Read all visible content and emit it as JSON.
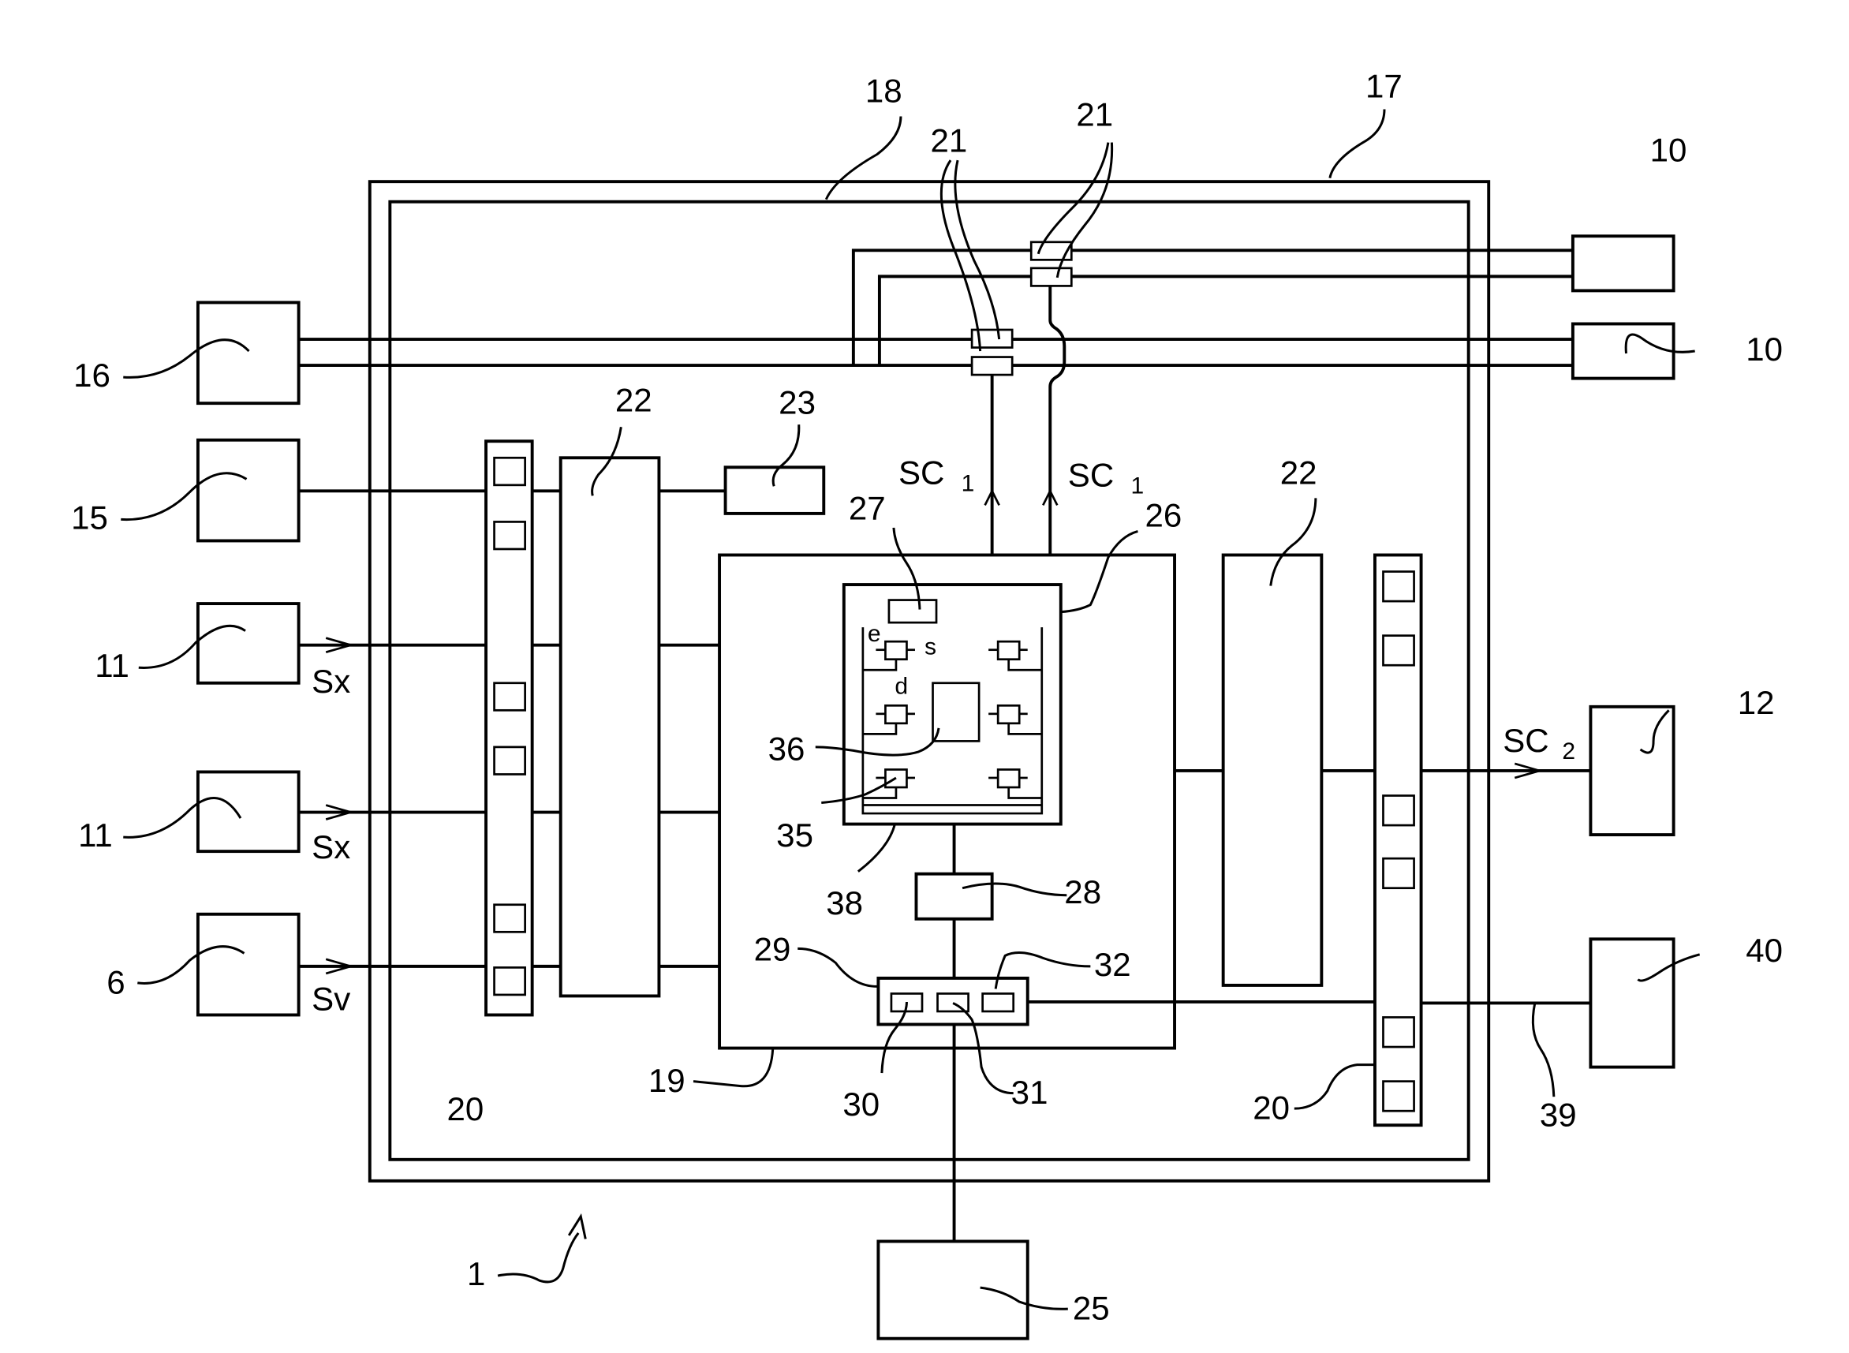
{
  "figure": {
    "type": "patent block diagram",
    "reference_labels": {
      "system": "1",
      "sensor_6": "6",
      "actuator_10_top": "10",
      "actuator_10_bottom": "10",
      "sensor_11_top": "11",
      "sensor_11_bottom": "11",
      "device_12": "12",
      "device_15": "15",
      "device_16": "16",
      "enclosure_outer": "17",
      "enclosure_inner": "18",
      "processing_unit": "19",
      "connector_left": "20",
      "connector_right": "20",
      "switches_left": "21",
      "switches_right": "21",
      "interface_left": "22",
      "interface_right": "22",
      "module_23": "23",
      "external_25": "25",
      "logic_block": "26",
      "block_27": "27",
      "block_28": "28",
      "bus_29": "29",
      "port_30": "30",
      "port_31": "31",
      "port_32": "32",
      "cell_35": "35",
      "block_36": "36",
      "bus_38": "38",
      "link_39": "39",
      "device_40": "40"
    },
    "signals": {
      "sx_top": "Sx",
      "sx_bottom": "Sx",
      "sv": "Sv",
      "sc1_left": "SC",
      "sc1_left_sub": "1",
      "sc1_right": "SC",
      "sc1_right_sub": "1",
      "sc2": "SC",
      "sc2_sub": "2"
    },
    "cell_pins": {
      "e": "e",
      "s": "s",
      "d": "d"
    }
  }
}
